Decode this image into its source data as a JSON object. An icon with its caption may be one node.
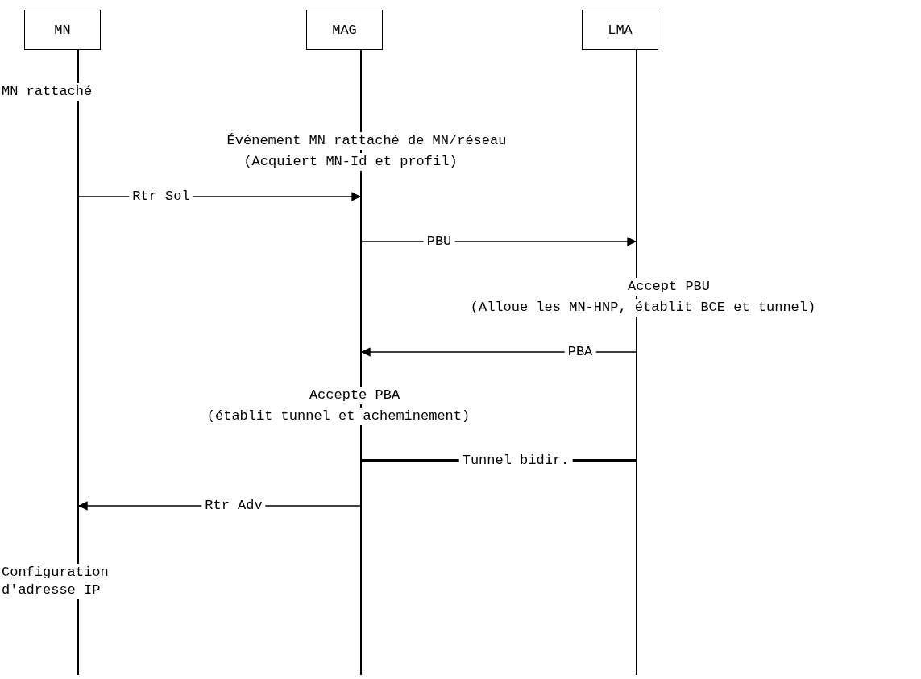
{
  "diagram": {
    "nodes": [
      {
        "text": [
          "MN"
        ]
      },
      {
        "text": [
          "MAG"
        ]
      },
      {
        "text": [
          "LMA"
        ]
      }
    ],
    "edges": [
      {
        "from": 0,
        "to": 1,
        "arrow": "to",
        "label": "Rtr Sol"
      },
      {
        "from": 1,
        "to": 2,
        "arrow": "to",
        "label": "PBU"
      },
      {
        "from": 2,
        "to": 1,
        "arrow": "to",
        "label": "PBA"
      },
      {
        "from": 1,
        "to": 2,
        "arrow": "none",
        "label": "Tunnel bidir.",
        "style": "thick"
      },
      {
        "from": 1,
        "to": 0,
        "arrow": "to",
        "label": "Rtr Adv"
      }
    ],
    "labels": [
      "MN rattaché",
      "Événement MN rattaché de MN/réseau",
      "(Acquiert MN-Id et profil)",
      "Accept PBU",
      "(Alloue les MN-HNP, établit BCE et tunnel)",
      "Accepte PBA",
      "(établit tunnel et acheminement)",
      "Configuration d'adresse IP"
    ]
  }
}
